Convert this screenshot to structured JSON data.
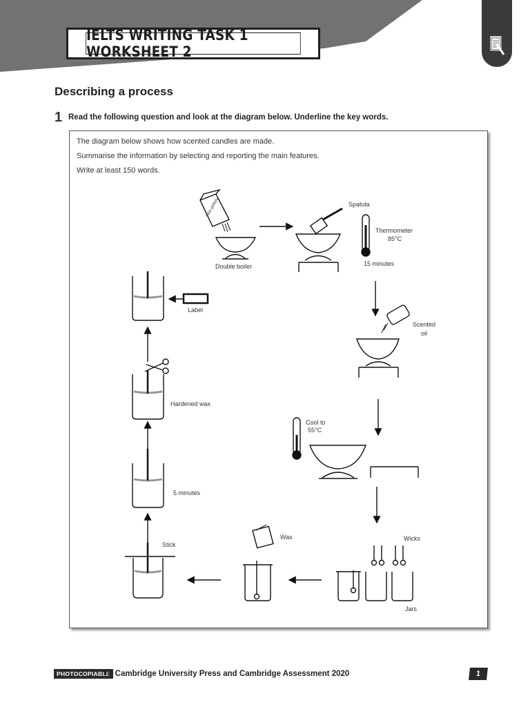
{
  "header": {
    "title": "IELTS WRITING TASK 1 WORKSHEET 2",
    "tab_icon": "document-pencil-icon"
  },
  "section": {
    "heading": "Describing a process",
    "question_number": "1",
    "question_text": "Read the following question and look at the diagram below. Underline the key words."
  },
  "task": {
    "line1": "The diagram below shows how scented candles are made.",
    "line2": "Summarise the information by selecting and reporting the main features.",
    "line3": "Write at least 150 words."
  },
  "diagram": {
    "bag_text": "Wax pellets",
    "double_boiler": "Double boiler",
    "spatula": "Spatula",
    "thermometer": "Thermometer",
    "temp1": "85°C",
    "time1": "15 minutes",
    "scented": "Scented",
    "oil": "oil",
    "cool_to": "Cool to",
    "temp2": "55°C",
    "wicks": "Wicks",
    "jars": "Jars",
    "wax": "Wax",
    "stick": "Stick",
    "time2": "5 minutes",
    "hardened_wax": "Hardened wax",
    "label": "Label"
  },
  "footer": {
    "badge": "PHOTOCOPIABLE",
    "copyright": "© Cambridge University Press and Cambridge Assessment 2020",
    "page": "1"
  },
  "colors": {
    "banner": "#727272",
    "dark": "#2a2a2a"
  }
}
